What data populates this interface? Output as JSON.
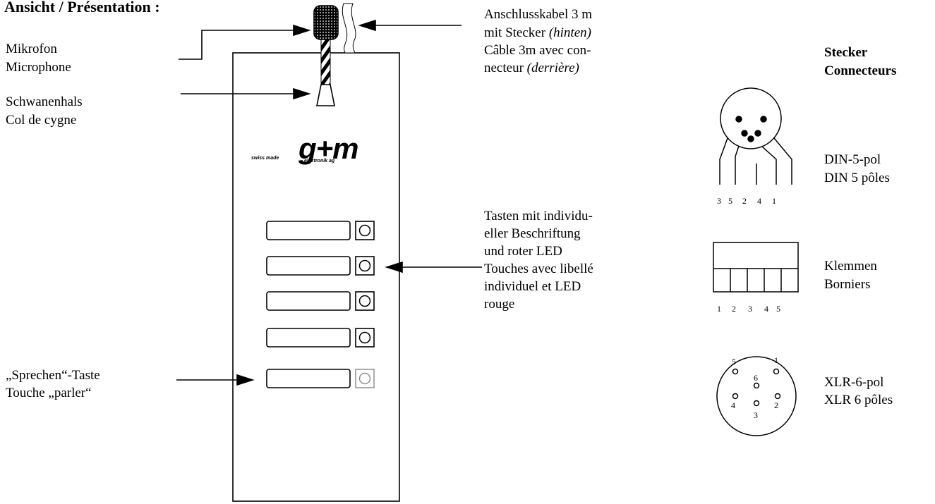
{
  "heading": "Ansicht / Présentation :",
  "labels": {
    "microphone_de": "Mikrofon",
    "microphone_fr": "Microphone",
    "gooseneck_de": "Schwanenhals",
    "gooseneck_fr": "Col de cygne",
    "talk_key_de": "„Sprechen“-Taste",
    "talk_key_fr": "Touche „parler“"
  },
  "cable": {
    "line1": "Anschlusskabel 3 m",
    "line2_a": "mit Stecker ",
    "line2_b": "(hinten)",
    "line3": "Câble 3m avec con-",
    "line4_a": "necteur ",
    "line4_b": "(derrière)"
  },
  "keys_text": [
    "Tasten mit individu-",
    "eller Beschriftung",
    "und roter LED",
    "Touches avec libellé",
    "individuel et LED",
    "rouge"
  ],
  "brand": {
    "logo": "g+m",
    "swiss_made": "swiss made",
    "company": "elektronik ag"
  },
  "connectors": {
    "heading_de": "Stecker",
    "heading_fr": "Connecteurs",
    "din_de": "DIN-5-pol",
    "din_fr": "DIN 5 pôles",
    "din_pins": [
      "3",
      "5",
      "2",
      "4",
      "1"
    ],
    "terminal_de": "Klemmen",
    "terminal_fr": "Borniers",
    "terminal_pins": [
      "1",
      "2",
      "3",
      "4",
      "5"
    ],
    "xlr_de": "XLR-6-pol",
    "xlr_fr": "XLR 6 pôles",
    "xlr_pins": [
      "1",
      "2",
      "3",
      "4",
      "5",
      "6"
    ]
  }
}
